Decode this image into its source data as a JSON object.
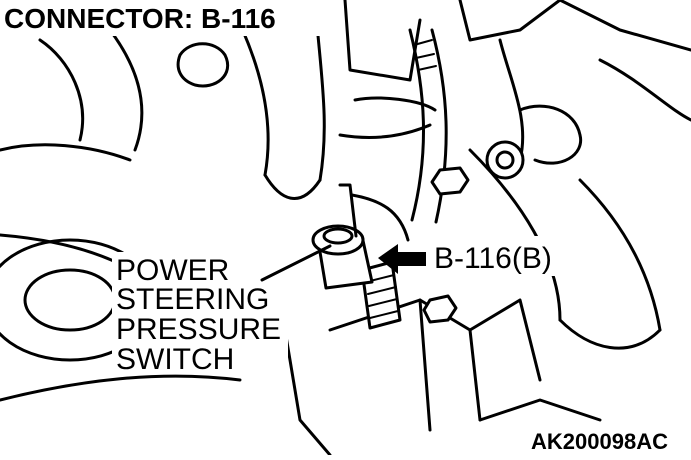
{
  "diagram": {
    "title": "CONNECTOR: B-116",
    "callouts": {
      "connector": "B-116(B)",
      "component_line1": "POWER",
      "component_line2": "STEERING",
      "component_line3": "PRESSURE",
      "component_line4": "SWITCH"
    },
    "figure_code": "AK200098AC",
    "colors": {
      "ink": "#000000",
      "paper": "#ffffff"
    }
  }
}
